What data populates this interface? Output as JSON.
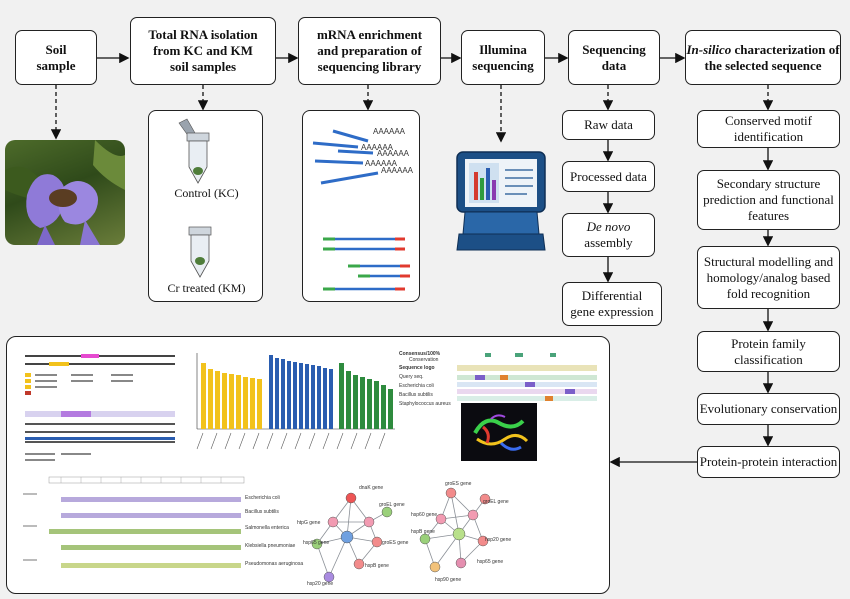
{
  "top_boxes": {
    "soil": [
      "Soil",
      "sample"
    ],
    "rna": [
      "Total RNA isolation",
      "from KC and KM",
      "soil samples"
    ],
    "mrna": [
      "mRNA enrichment",
      "and preparation of",
      "sequencing library"
    ],
    "illumina": [
      "Illumina",
      "sequencing"
    ],
    "seqdata": [
      "Sequencing",
      "data"
    ],
    "insilico": {
      "italic": "In-silico",
      "rest": " characterization of",
      "line2": "the selected sequence"
    }
  },
  "tubes": {
    "control": "Control (KC)",
    "treated": "Cr treated (KM)"
  },
  "library": {
    "poly_a": "AAAAAA"
  },
  "seq_steps": {
    "raw": "Raw data",
    "processed": "Processed data",
    "denovo_italic": "De novo",
    "denovo_rest": "assembly",
    "diff_1": "Differential",
    "diff_2": "gene expression"
  },
  "insilico_steps": {
    "motif": [
      "Conserved motif",
      "identification"
    ],
    "secondary": [
      "Secondary structure",
      "prediction and functional",
      "features"
    ],
    "structural": [
      "Structural modelling and",
      "homology/analog based",
      "fold recognition"
    ],
    "family": [
      "Protein family",
      "classification"
    ],
    "evolution": "Evolutionary conservation",
    "ppi": "Protein-protein interaction"
  },
  "results_panel": {
    "alignment_labels": [
      "Consensus/100%",
      "Conservation",
      "Sequence logo",
      "Query seq.",
      "Escherichia coli",
      "Bacillus subtilis",
      "Staphylococcus aureus"
    ],
    "species": [
      "Escherichia coli",
      "Bacillus subtilis",
      "Salmonella enterica",
      "Klebsiella pneumoniae",
      "Pseudomonas aeruginosa"
    ],
    "network_nodes_1": [
      "dnaK gene",
      "groEL gene",
      "htpG gene",
      "hsp65 gene",
      "groES gene",
      "hspB gene",
      "hsp20 gene"
    ],
    "network_nodes_2": [
      "groES gene",
      "groEL gene",
      "hsp60 gene",
      "hspB gene",
      "hsp20 gene",
      "hsp65 gene",
      "hsp90 gene"
    ]
  },
  "colors": {
    "bar_yellow": "#f2c21c",
    "bar_blue": "#2a5db0",
    "bar_green": "#2e8b3e",
    "read_blue": "#2e6cc7"
  }
}
